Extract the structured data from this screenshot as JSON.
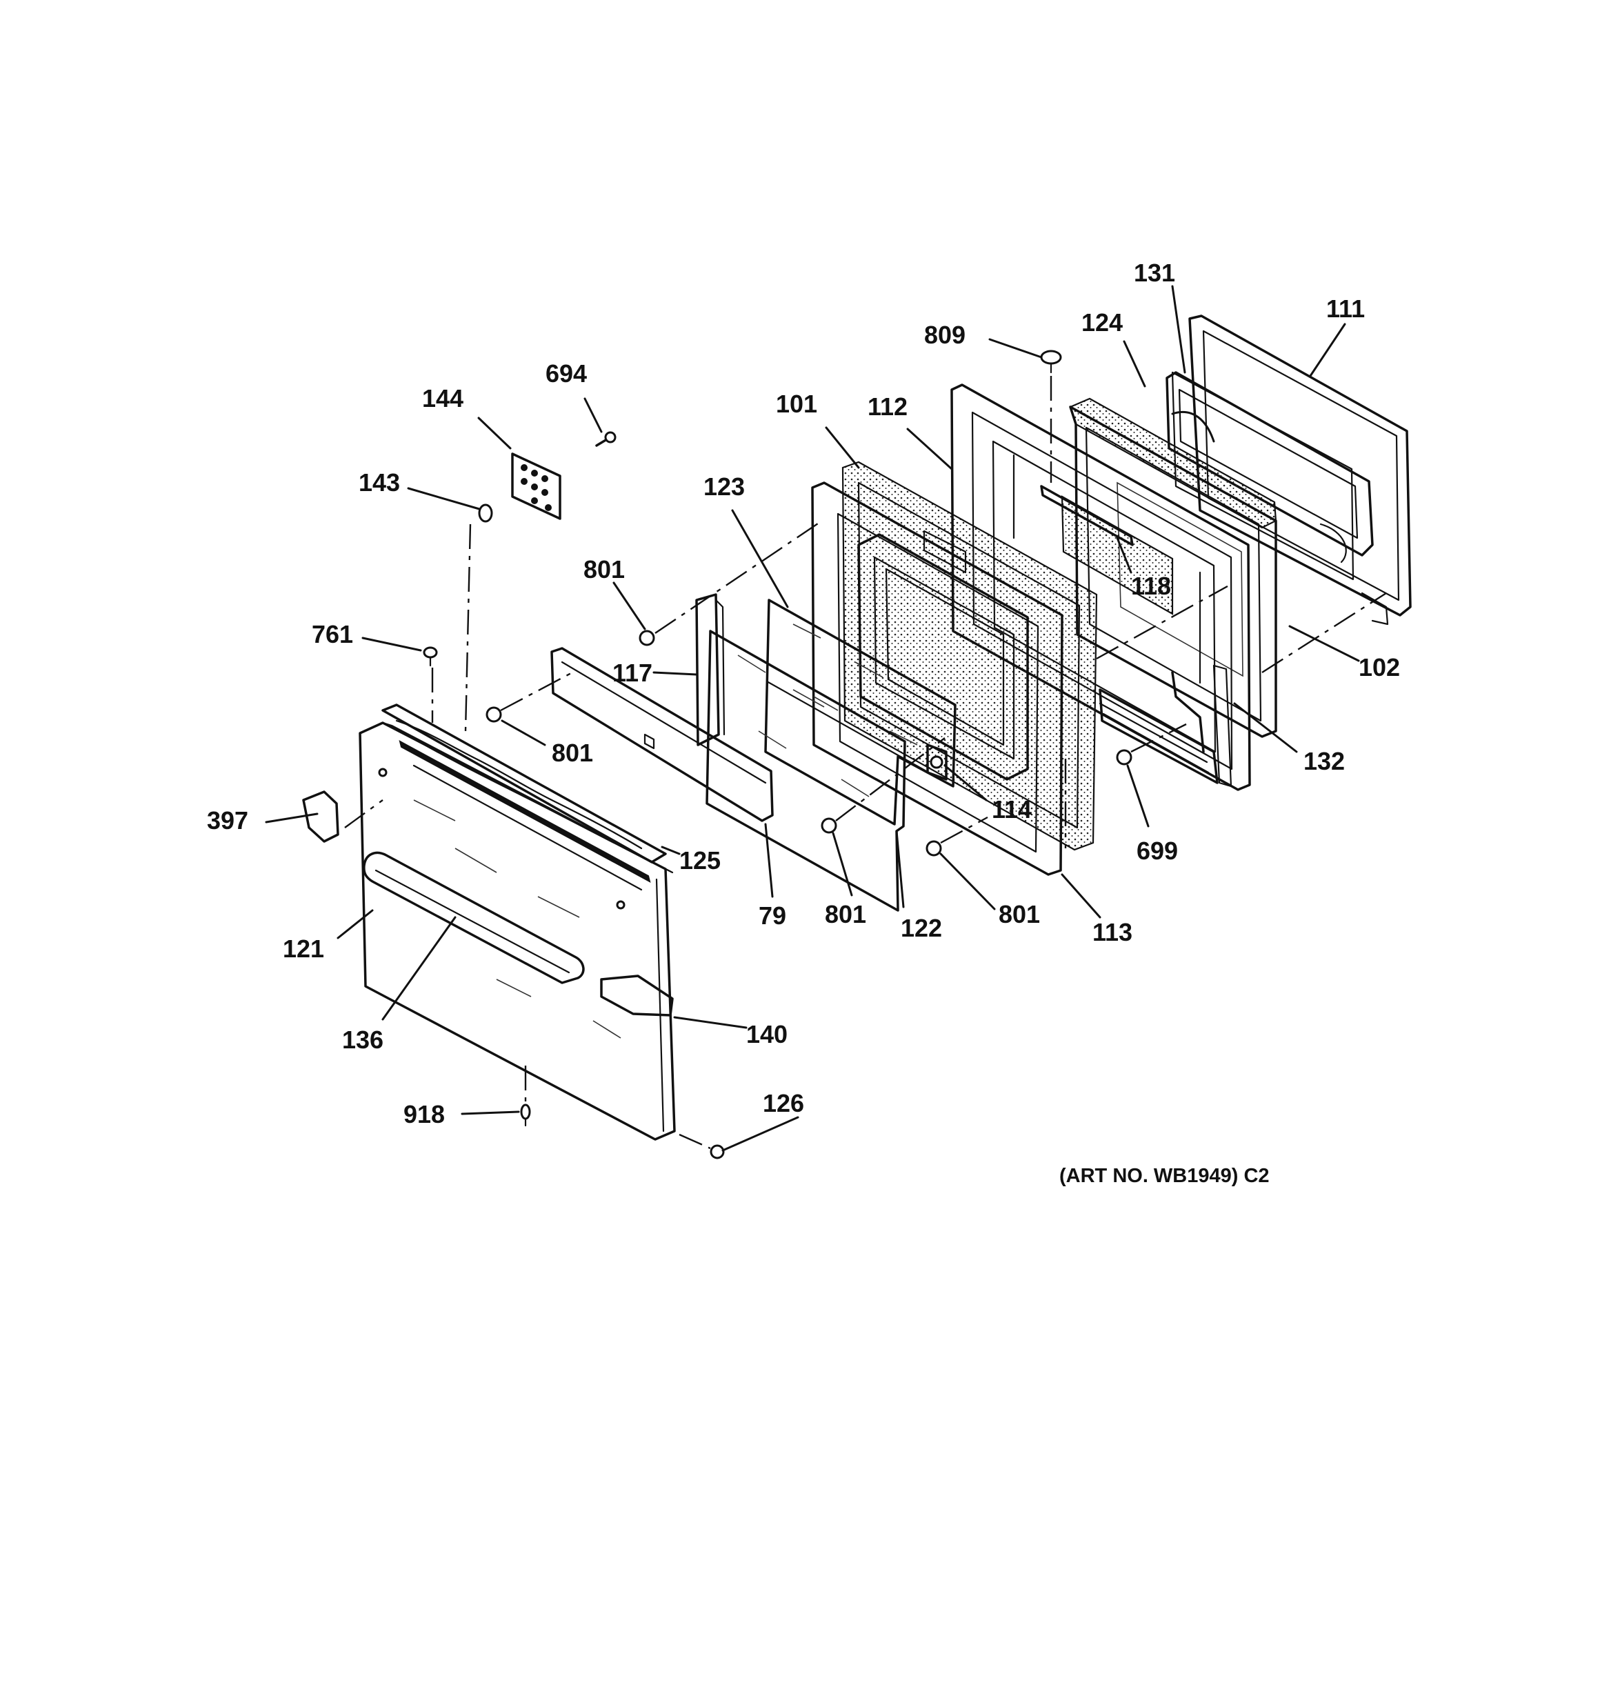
{
  "callouts": [
    {
      "label": "131"
    },
    {
      "label": "111"
    },
    {
      "label": "124"
    },
    {
      "label": "809"
    },
    {
      "label": "694"
    },
    {
      "label": "144"
    },
    {
      "label": "101"
    },
    {
      "label": "112"
    },
    {
      "label": "143"
    },
    {
      "label": "123"
    },
    {
      "label": "801"
    },
    {
      "label": "118"
    },
    {
      "label": "761"
    },
    {
      "label": "117"
    },
    {
      "label": "102"
    },
    {
      "label": "801"
    },
    {
      "label": "132"
    },
    {
      "label": "114"
    },
    {
      "label": "397"
    },
    {
      "label": "699"
    },
    {
      "label": "125"
    },
    {
      "label": "79"
    },
    {
      "label": "801"
    },
    {
      "label": "122"
    },
    {
      "label": "801"
    },
    {
      "label": "113"
    },
    {
      "label": "121"
    },
    {
      "label": "140"
    },
    {
      "label": "136"
    },
    {
      "label": "126"
    },
    {
      "label": "918"
    }
  ],
  "art_number": "(ART NO. WB1949) C2"
}
